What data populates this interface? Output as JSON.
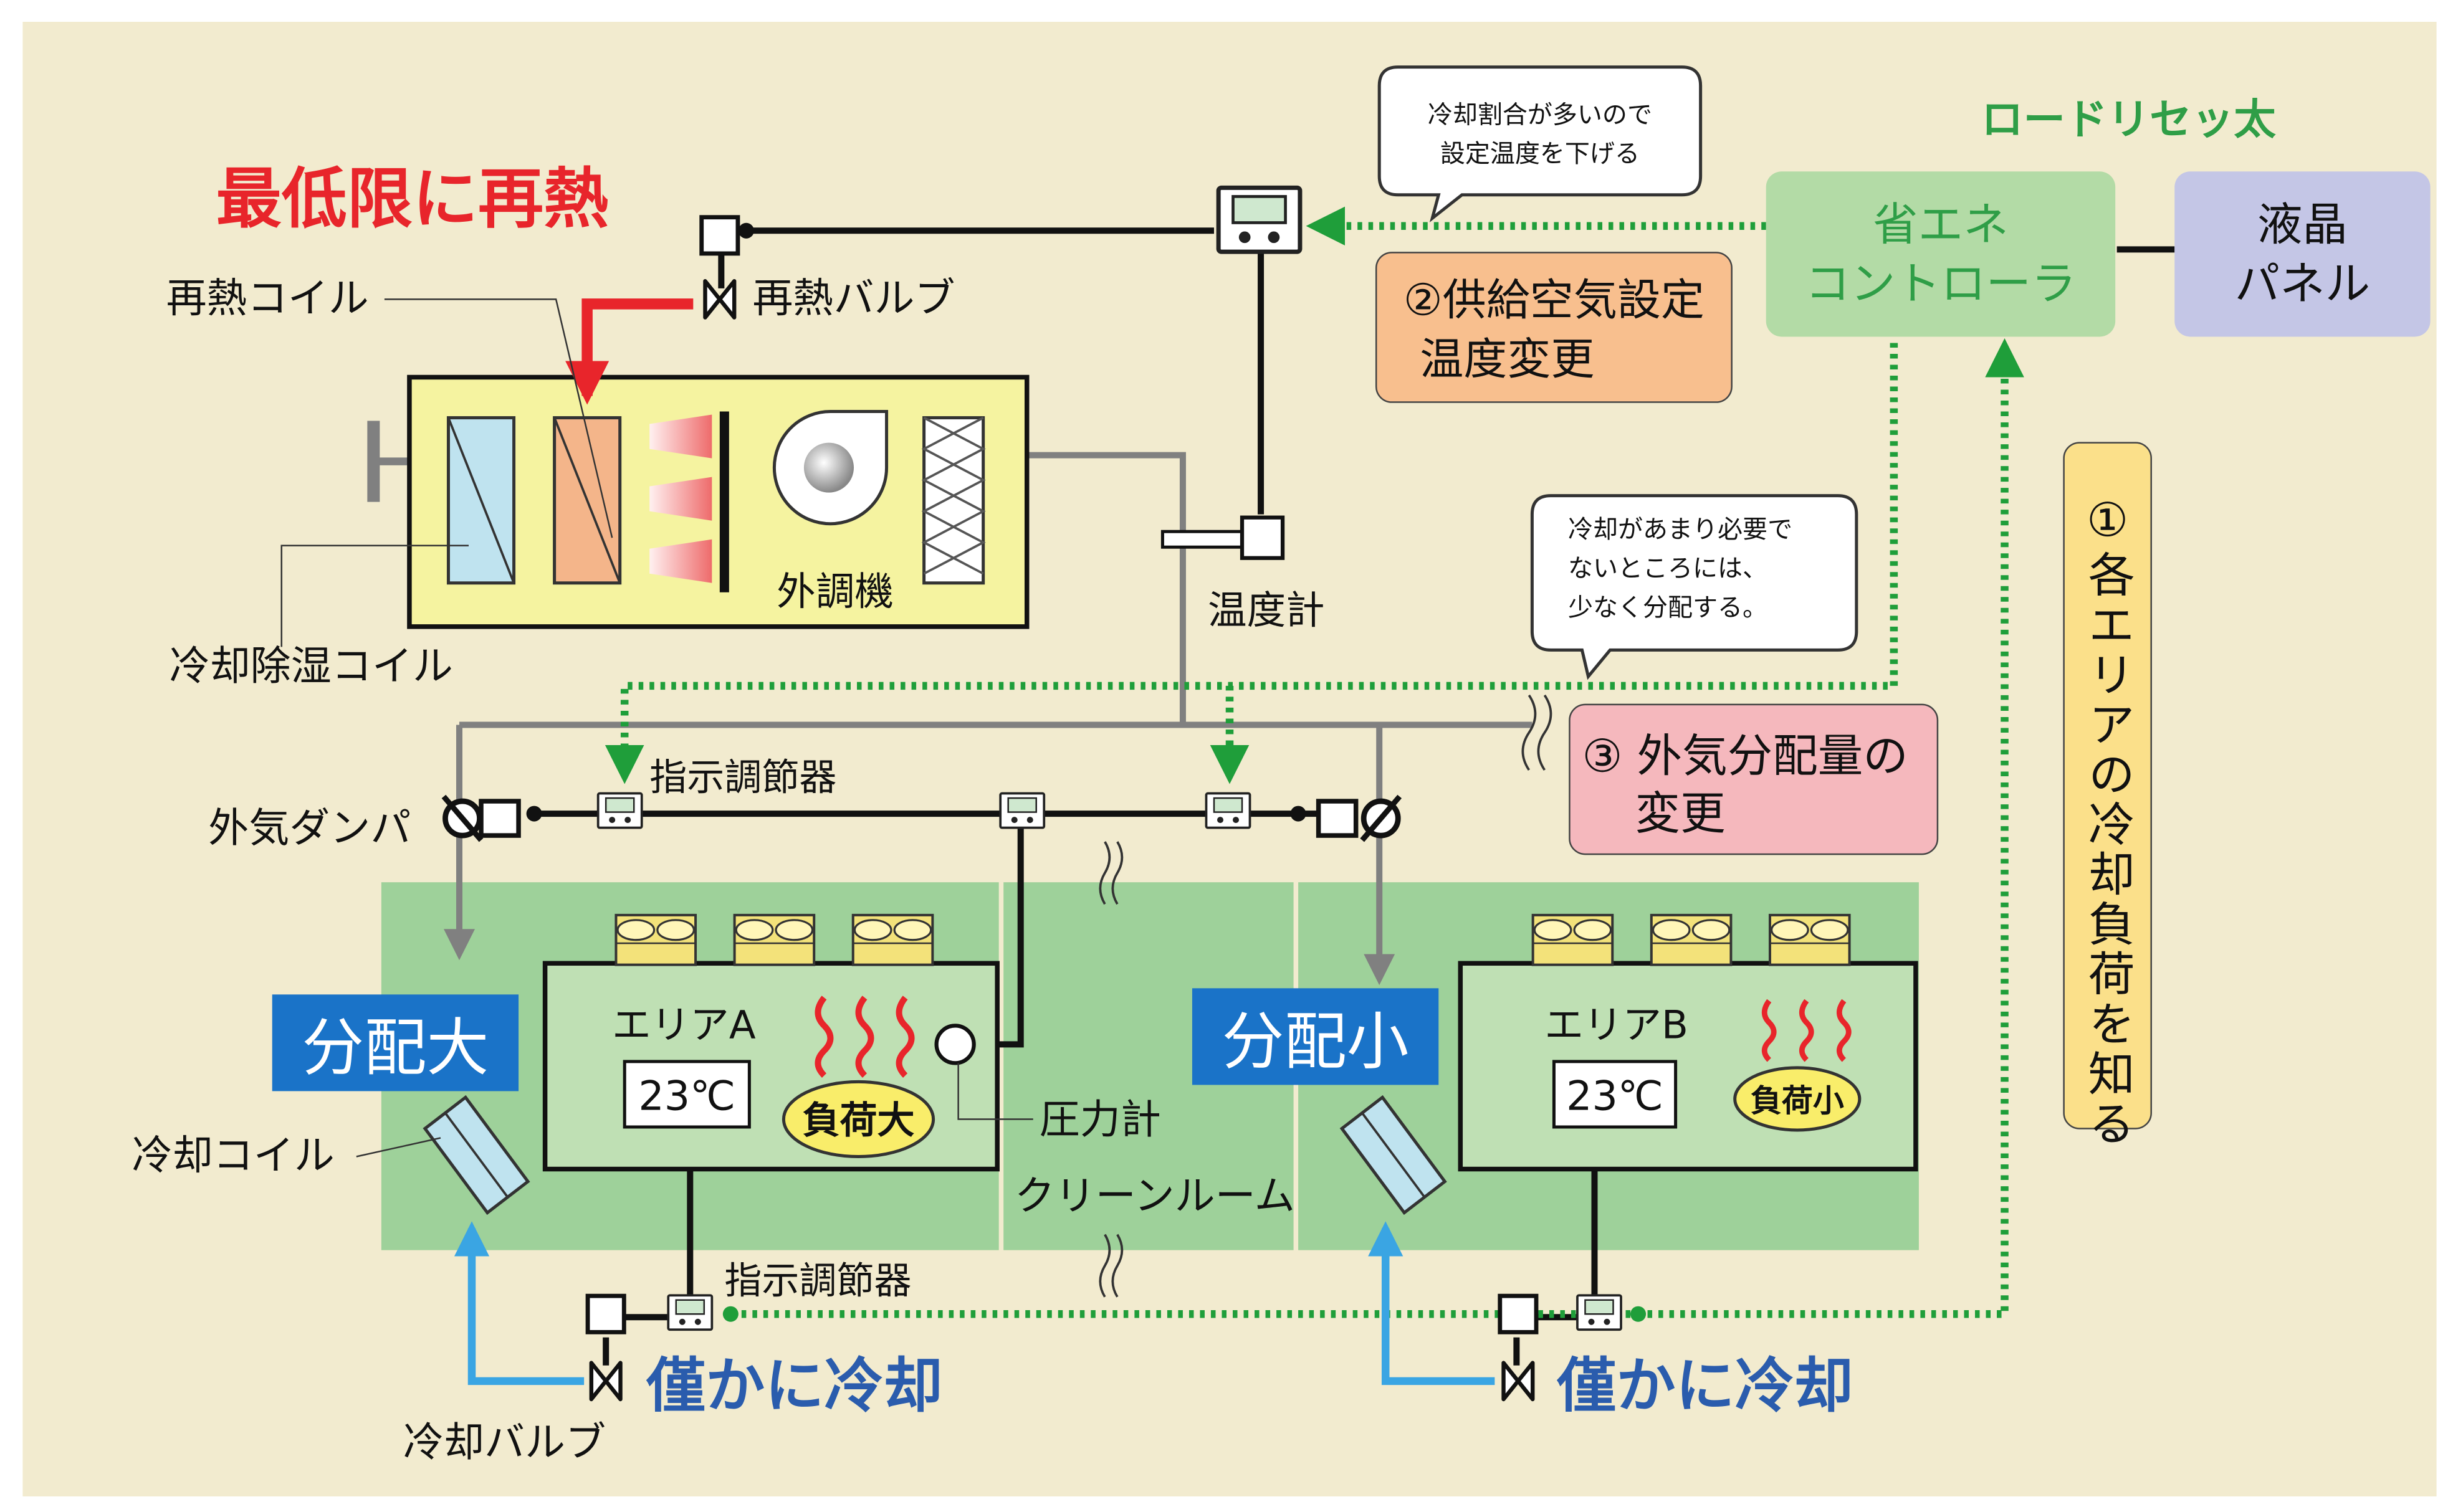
{
  "title": "最低限に再熱",
  "brand": "ロードリセッ太",
  "labels": {
    "reheat_coil": "再熱コイル",
    "reheat_valve": "再熱バルブ",
    "oac_unit": "外調機",
    "cooling_dehumid_coil": "冷却除湿コイル",
    "thermometer": "温度計",
    "outdoor_damper": "外気ダンパ",
    "indicator_controller_top": "指示調節器",
    "indicator_controller_bottom": "指示調節器",
    "distribution_large": "分配大",
    "distribution_small": "分配小",
    "area_a": "エリアA",
    "area_b": "エリアB",
    "temp_a": "23℃",
    "temp_b": "23℃",
    "load_large": "負荷大",
    "load_small": "負荷小",
    "pressure_gauge": "圧力計",
    "clean_room": "クリーンルーム",
    "cooling_coil": "冷却コイル",
    "cooling_valve": "冷却バルブ",
    "slight_cooling_a": "僅かに冷却",
    "slight_cooling_b": "僅かに冷却"
  },
  "controller": {
    "line1": "省エネ",
    "line2": "コントローラ"
  },
  "lcd_panel": {
    "line1": "液晶",
    "line2": "パネル"
  },
  "steps": {
    "step1": "①各エリアの冷却負荷を知る",
    "step2": {
      "line1": "②供給空気設定",
      "line2": "温度変更"
    },
    "step3": {
      "line1": "③ 外気分配量の",
      "line2": "変更"
    }
  },
  "bubbles": {
    "top": {
      "line1": "冷却割合が多いので",
      "line2": "設定温度を下げる"
    },
    "middle": {
      "line1": "冷却があまり必要で",
      "line2": "ないところには、",
      "line3": "少なく分配する。"
    }
  },
  "colors": {
    "background": "#f2ebcf",
    "title_red": "#e8252b",
    "duct_gray": "#808080",
    "signal_green": "#1f9e3a",
    "controller_green": "#b3dba6",
    "controller_text": "#2f9e47",
    "lcd_purple": "#c4c6e6",
    "step_yellow": "#fbe08a",
    "step_orange": "#f8bf8e",
    "step_pink": "#f5b8bd",
    "room_green": "#9ed19a",
    "area_box": "#bfe0b4",
    "oac_yellow": "#f5f3a0",
    "dist_blue": "#1a73c8",
    "cooling_blue": "#3aa5e3",
    "slight_text_blue": "#2a5cad",
    "load_yellow": "#f9ed6a"
  }
}
